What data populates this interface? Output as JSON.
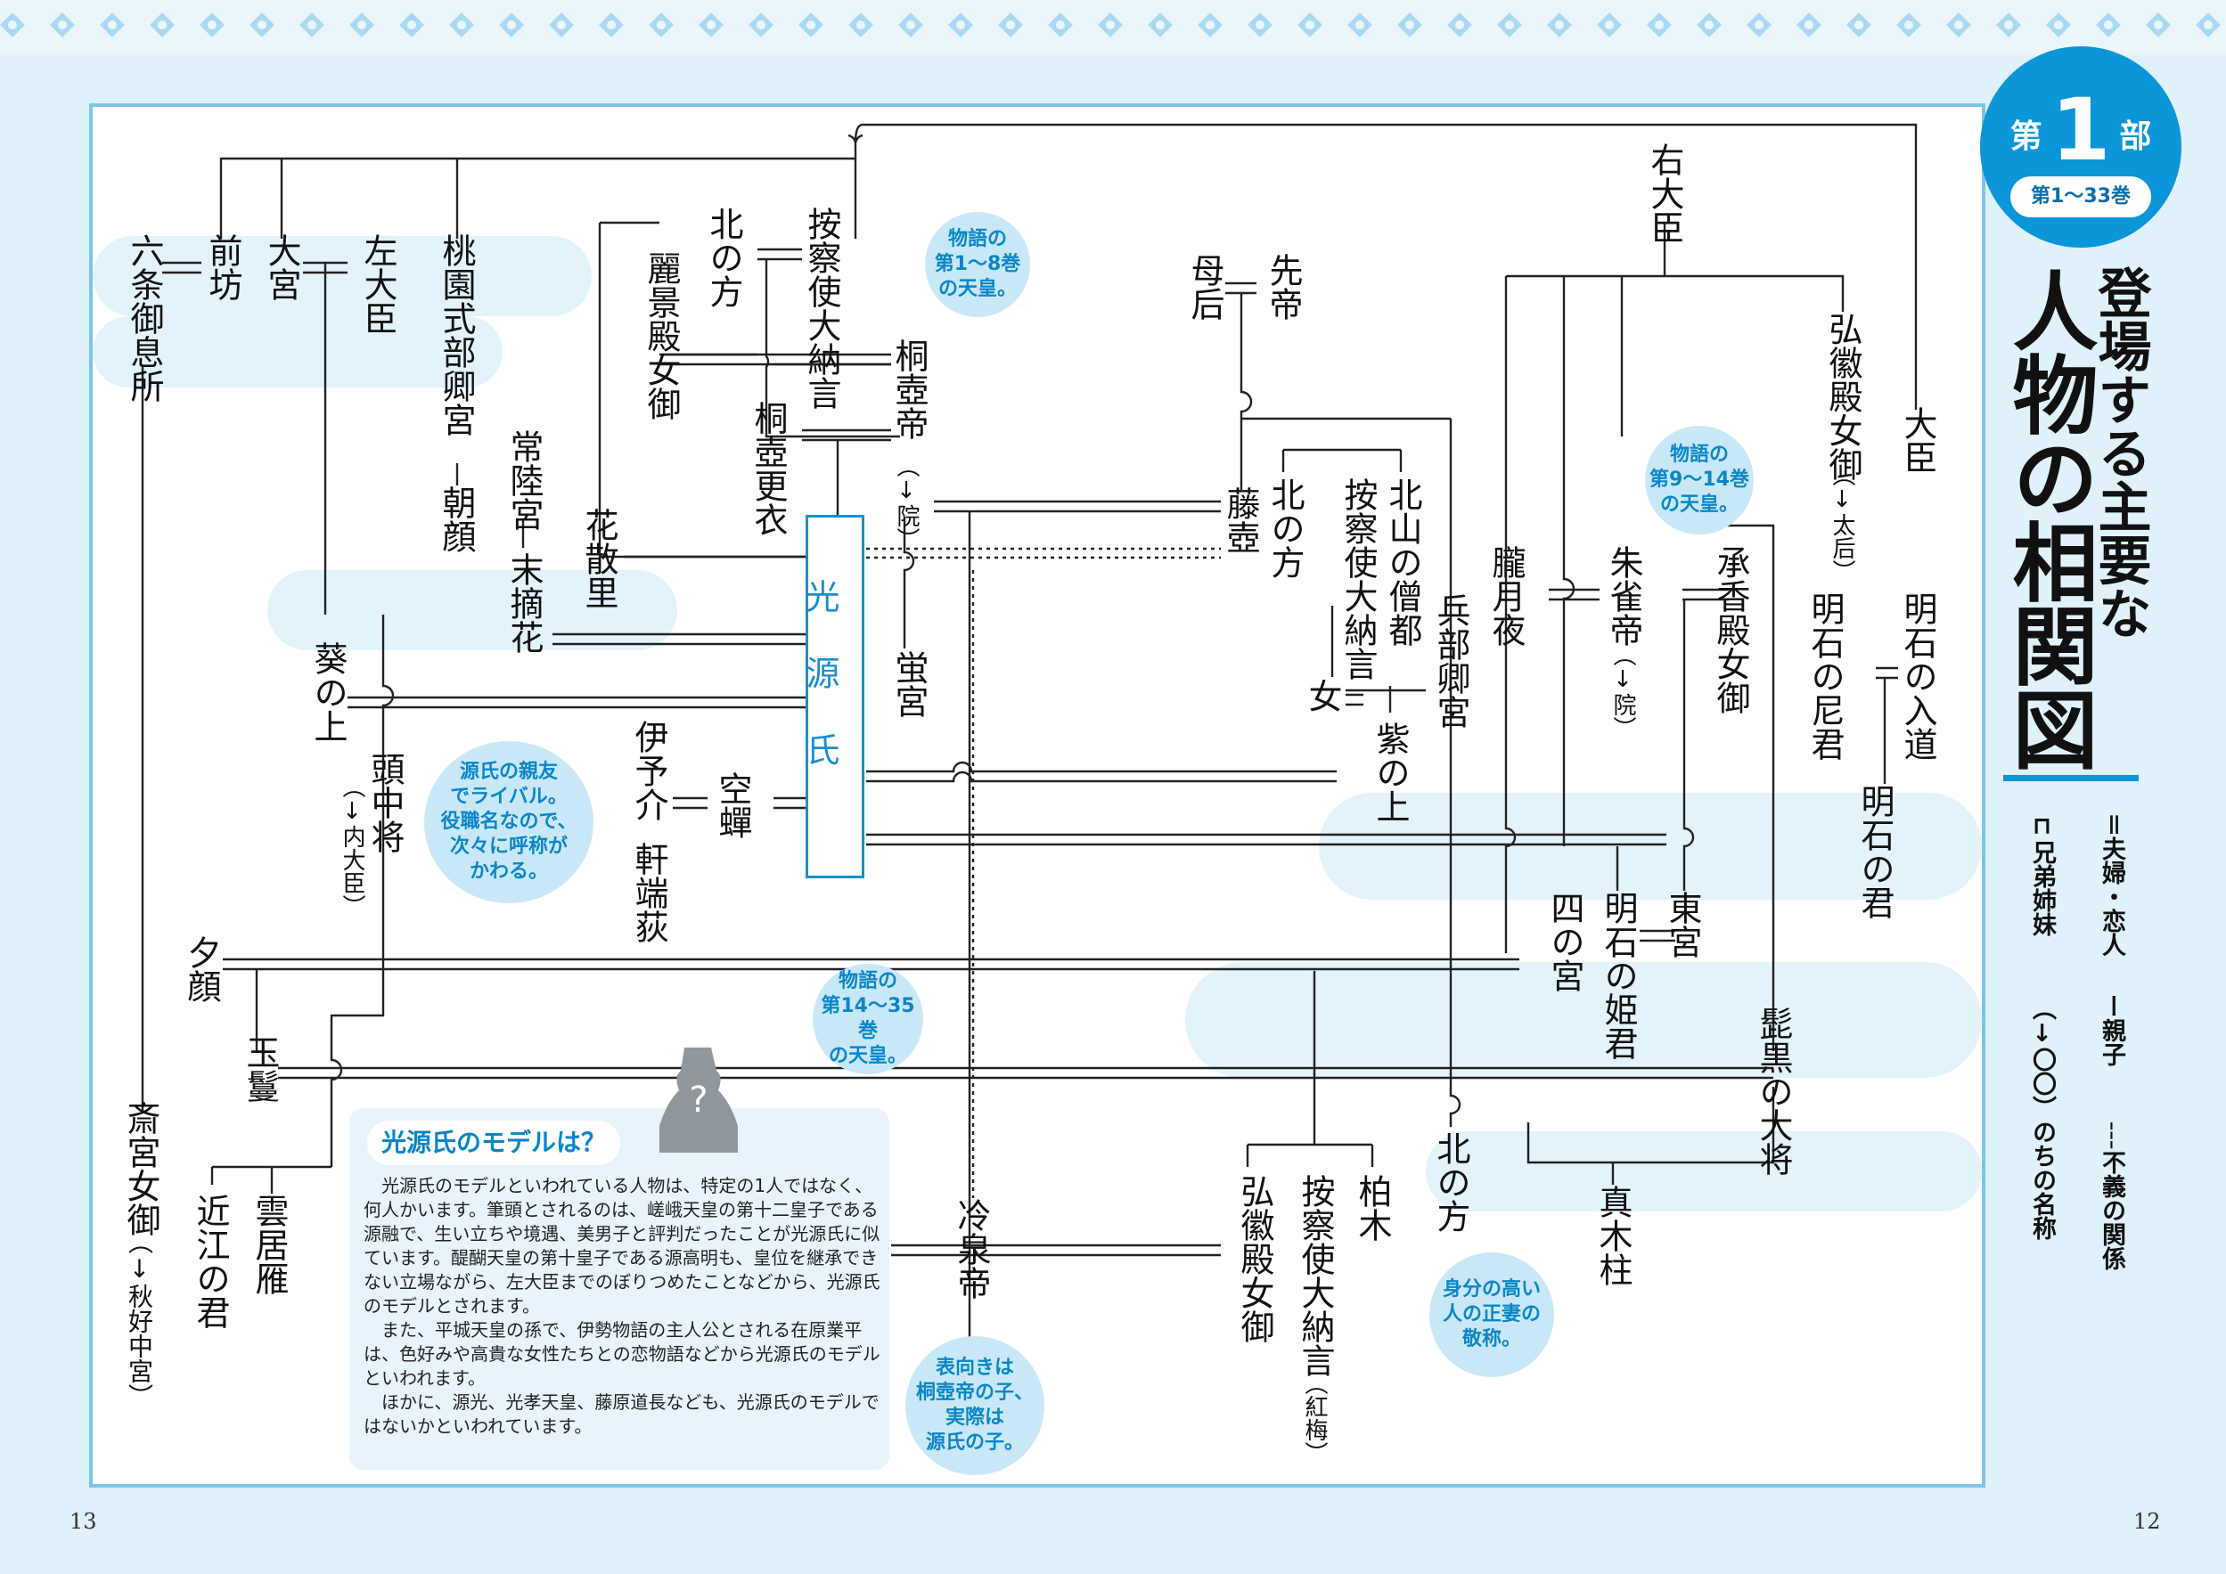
{
  "header": {
    "part_prefix": "第",
    "part_number": "1",
    "part_suffix": "部",
    "volumes": "第1〜33巻",
    "title_line1": "登場する主要な",
    "title_line2": "人物の相関図"
  },
  "legend": {
    "couple": "夫婦・恋人",
    "parent_child": "親子",
    "affair": "不義の関係",
    "siblings": "兄弟姉妹",
    "later_name": "のちの名称",
    "later_name_mark": "（↓〇〇）"
  },
  "people": {
    "rokujo": "六条御息所",
    "zenbo": "前坊",
    "omiya": "大宮",
    "sadaijin": "左大臣",
    "momozono": "桃園式部卿宮",
    "asagao": "朝顔",
    "reikeiden": "麗景殿女御",
    "kitanokata1": "北の方",
    "azechi_dainagon": "按察使大納言",
    "kiritsubo_koi": "桐壺更衣",
    "hitachi": "常陸宮",
    "suetsumuhana": "末摘花",
    "hanachirusato": "花散里",
    "aoi": "葵の上",
    "tonochujo": "頭中将",
    "tonochujo_later": "（↓内大臣）",
    "iyonosuke": "伊予介",
    "utsusemi": "空蟬",
    "nokiba": "軒端荻",
    "yugao": "夕顔",
    "tamakazura": "玉鬘",
    "saigu": "斎宮女御",
    "saigu_later": "（↓秋好中宮）",
    "omi": "近江の君",
    "kumoinokari": "雲居雁",
    "kiritsubo_tei": "桐壺帝",
    "kiritsubo_tei_later": "（↓院）",
    "hotaru": "蛍宮",
    "genji": "光源氏",
    "reizei": "冷泉帝",
    "bokoku": "母后",
    "sentei": "先帝",
    "fujitsubo": "藤壺",
    "kitanokata2": "北の方",
    "azechi_dainagon2": "按察使大納言",
    "kitayama": "北山の僧都",
    "onna": "女",
    "murasaki": "紫の上",
    "hyobukyo": "兵部卿宮",
    "kitanokata3": "北の方",
    "kokiden2": "弘徽殿女御",
    "azechi_kobai": "按察使大納言",
    "azechi_kobai_later": "（紅梅）",
    "kashiwagi": "柏木",
    "udaijin": "右大臣",
    "kokiden": "弘徽殿女御",
    "kokiden_later": "（↓太后）",
    "oboro": "朧月夜",
    "suzaku": "朱雀帝",
    "suzaku_later": "（↓院）",
    "shokyoden": "承香殿女御",
    "shinomiya": "四の宮",
    "akashi_hime": "明石の姫君",
    "togu": "東宮",
    "higekuro": "髭黒の大将",
    "makibashira": "真木柱",
    "daijin": "大臣",
    "akashi_nyudo": "明石の入道",
    "akashi_amagimi": "明石の尼君",
    "akashi_kimi": "明石の君"
  },
  "notes": {
    "emperor_1": "物語の\n第1〜8巻\nの天皇。",
    "emperor_2": "物語の\n第9〜14巻\nの天皇。",
    "emperor_3": "物語の\n第14〜35巻\nの天皇。",
    "tonochujo": "源氏の親友\nでライバル。\n役職名なので、\n次々に呼称が\nかわる。",
    "kitanokata": "身分の高い\n人の正妻の\n敬称。",
    "reizei": "表向きは\n桐壺帝の子、\n実際は\n源氏の子。"
  },
  "model_box": {
    "heading": "光源氏のモデルは？",
    "p1": "光源氏のモデルといわれている人物は、特定の1人ではなく、何人かいます。筆頭とされるのは、嵯峨天皇の第十二皇子である源融で、生い立ちや境遇、美男子と評判だったことが光源氏に似ています。醍醐天皇の第十皇子である源高明も、皇位を継承できない立場ながら、左大臣までのぼりつめたことなどから、光源氏のモデルとされます。",
    "p2": "また、平城天皇の孫で、伊勢物語の主人公とされる在原業平は、色好みや高貴な女性たちとの恋物語などから光源氏のモデルといわれます。",
    "p3": "ほかに、源光、光孝天皇、藤原道長なども、光源氏のモデルではないかといわれています。",
    "avatar_mark": "?"
  },
  "page_numbers": {
    "left": "13",
    "right": "12"
  },
  "colors": {
    "accent": "#0a96d8",
    "panel": "#ffffff",
    "bg": "#dff1fb",
    "line": "#222222"
  }
}
